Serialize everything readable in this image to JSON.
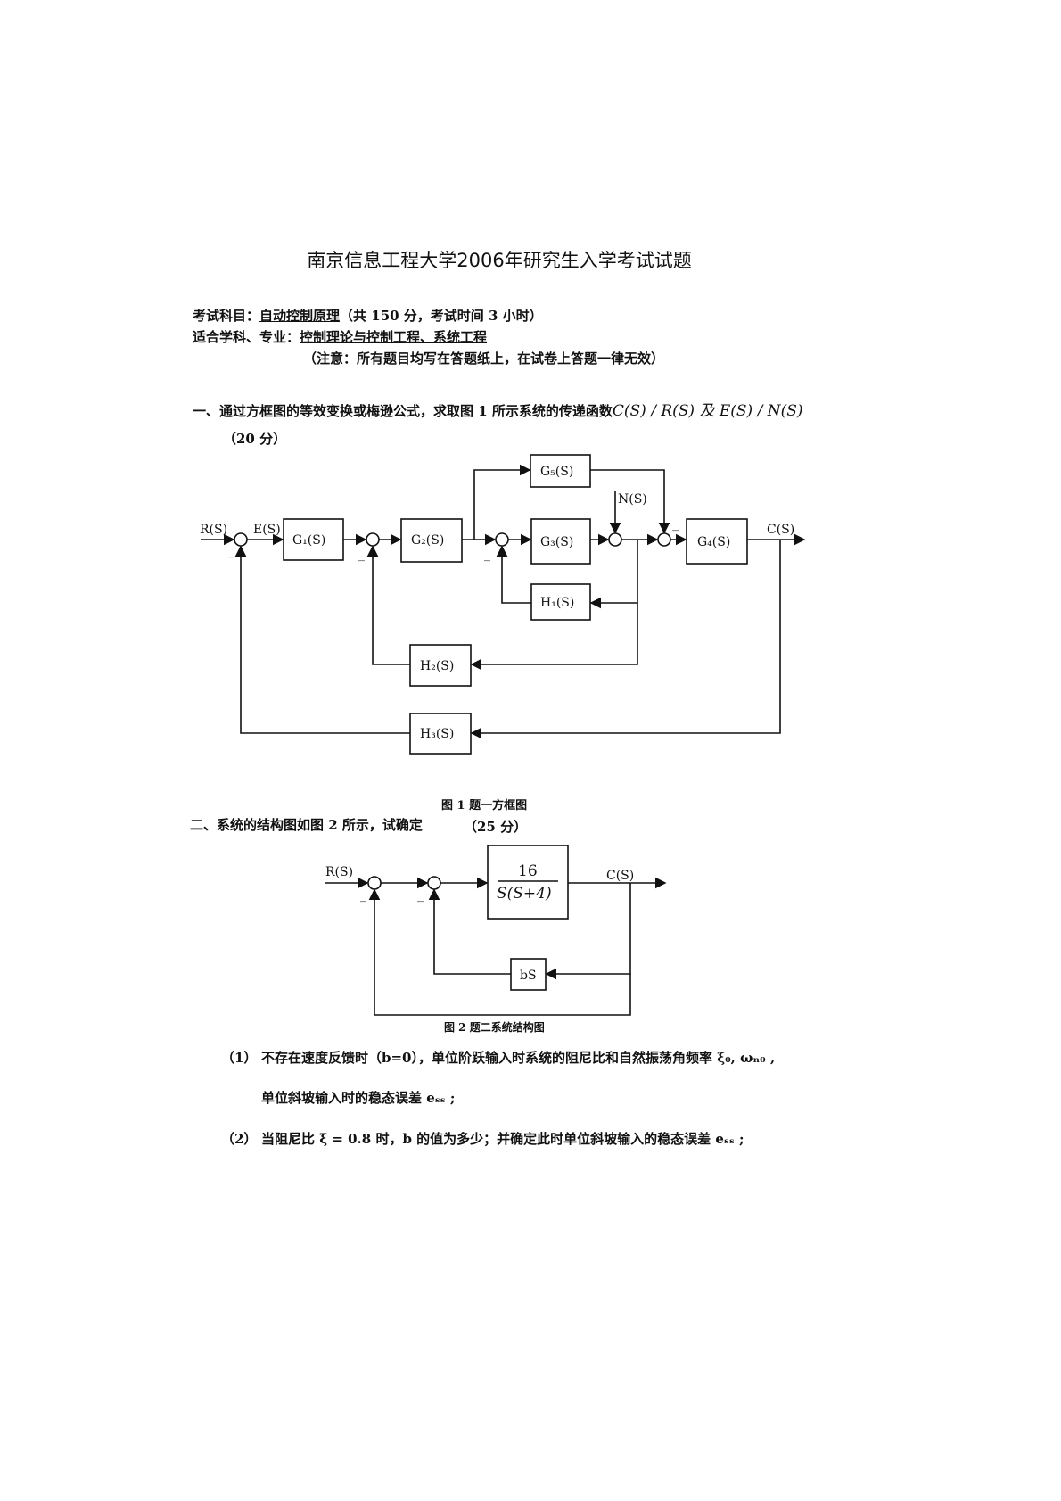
{
  "title": "南京信息工程大学2006年研究生入学考试试题",
  "header": {
    "subject_label": "考试科目：",
    "subject": "自动控制原理",
    "subject_note": "（共 150 分，考试时间 3 小时）",
    "major_label": "适合学科、专业：",
    "major": "控制理论与控制工程、系统工程",
    "notice": "（注意：所有题目均写在答题纸上，在试卷上答题一律无效）"
  },
  "q1": {
    "text": "一、通过方框图的等效变换或梅逊公式，求取图 1 所示系统的传递函数",
    "formula": "C(S) / R(S) 及 E(S) / N(S)",
    "points": "（20 分）",
    "fig": {
      "R": "R(S)",
      "E": "E(S)",
      "G1": "G₁(S)",
      "G2": "G₂(S)",
      "G3": "G₃(S)",
      "G4": "G₄(S)",
      "G5": "G₅(S)",
      "H1": "H₁(S)",
      "H2": "H₂(S)",
      "H3": "H₃(S)",
      "N": "N(S)",
      "C": "C(S)",
      "minus": "_"
    },
    "caption": "图 1  题一方框图"
  },
  "q2": {
    "text": "二、系统的结构图如图 2 所示，试确定",
    "points": "（25 分）",
    "fig": {
      "R": "R(S)",
      "C": "C(S)",
      "num": "16",
      "den": "S(S+4)",
      "fb": "bS",
      "minus": "_"
    },
    "caption": "图 2 题二系统结构图",
    "p1_num": "（1）",
    "p1": "不存在速度反馈时（b=0），单位阶跃输入时系统的阻尼比和自然振荡角频率 ξ₀, ωₙ₀ ,",
    "p1b": "单位斜坡输入时的稳态误差 eₛₛ ;",
    "p2_num": "（2）",
    "p2": "当阻尼比 ξ = 0.8 时，b 的值为多少；并确定此时单位斜坡输入的稳态误差 eₛₛ ;"
  }
}
